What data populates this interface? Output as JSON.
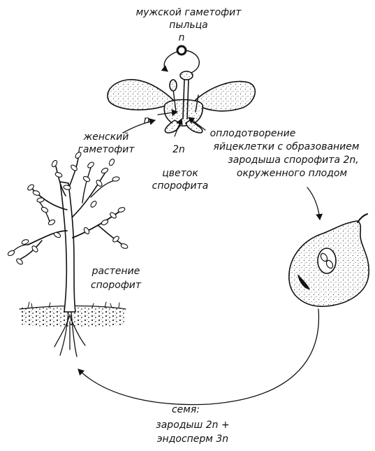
{
  "labels": {
    "male_gametophyte_line1": "мужской гаметофит",
    "male_gametophyte_line2": "пыльца",
    "ploidy_n_top": "n",
    "ploidy_n_left": "n",
    "female_line1": "женский",
    "female_line2": "гаметофит",
    "flower_2n": "2n",
    "flower_line1": "цветок",
    "flower_line2": "спорофита",
    "fert_line1": "оплодотворение",
    "fert_line2": "яйцеклетки с образованием",
    "fert_line3": "зародыша спорофита 2n,",
    "fert_line4": "окруженного плодом",
    "plant_line1": "растение",
    "plant_line2": "спорофит",
    "seed_line1": "семя:",
    "seed_line2": "зародыш 2n +",
    "seed_line3": "эндосперм 3n"
  },
  "colors": {
    "ink": "#111111",
    "background": "#ffffff"
  },
  "icons": [
    "pollen-grain-icon",
    "flower-icon",
    "pear-fruit-icon",
    "tree-icon",
    "cycle-arrow-icon"
  ]
}
